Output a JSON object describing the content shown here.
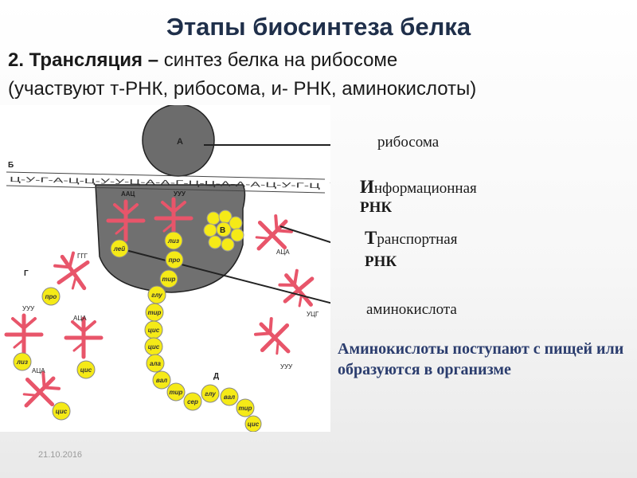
{
  "slide": {
    "title": "Этапы биосинтеза белка",
    "subtitle_number": "2. Трансляция –",
    "subtitle_rest": " синтез белка на рибосоме",
    "subtitle_line2": "(участвуют т-РНК, рибосома, и- РНК, аминокислоты)",
    "date": "21.10.2016"
  },
  "labels": {
    "ribosome": "рибосома",
    "mrna_first": "И",
    "mrna_rest": "нформационная",
    "mrna_line2": "РНК",
    "trna_first": "Т",
    "trna_rest": "ранспортная",
    "trna_line2": "РНК",
    "amino": "аминокислота"
  },
  "note": "Аминокислоты поступают с пищей или образуются в организме",
  "diagram": {
    "letters": {
      "a": "А",
      "b": "Б",
      "v": "В",
      "g": "Г",
      "d": "Д"
    },
    "mrna_sequence": "Ц-У-Г-А-Ц-Ц-У-У-Ц-А-А-Г-Ц-Ц-А-А-А-Ц-У-Г-Ц",
    "codons": {
      "aac": "ААЦ",
      "uuu": "УУУ",
      "ggg": "ГГГ",
      "uuu_left": "УУУ",
      "aca_left": "АЦА",
      "aca_mid": "АЦА",
      "aca_right": "АЦА",
      "ucg": "УЦГ",
      "uuu_right": "УУУ"
    },
    "amino_acids": {
      "lei": "лей",
      "liz": "лиз",
      "pro": "про",
      "tir": "тир",
      "glu": "глу",
      "tir2": "тир",
      "cis": "цис",
      "cis2": "цис",
      "ala": "ала",
      "val": "вал",
      "tir3": "тир",
      "ser": "сер",
      "glu2": "глу",
      "val2": "вал",
      "tir4": "тир",
      "cis3": "цис",
      "pro_free": "про",
      "liz_free": "лиз",
      "cis_free": "цис",
      "cis_free2": "цис"
    }
  }
}
